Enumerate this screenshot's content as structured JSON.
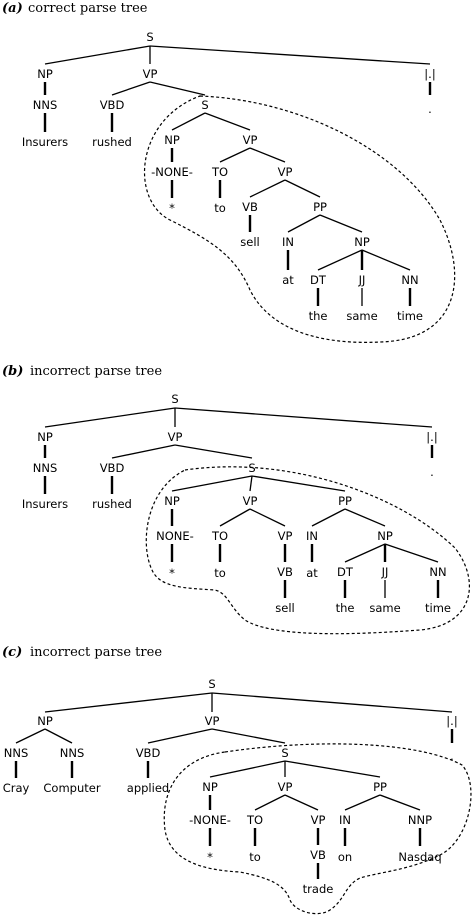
{
  "panels": [
    {
      "letter": "(a)",
      "caption": "correct parse tree",
      "nodes": {
        "s": "S",
        "np": "NP",
        "vp": "VP",
        "punct": "|.|",
        "nns": "NNS",
        "vbd": "VBD",
        "s2": "S",
        "dot": ".",
        "insurers": "Insurers",
        "rushed": "rushed",
        "np2": "NP",
        "vp2": "VP",
        "none": "-NONE-",
        "to": "TO",
        "vp3": "VP",
        "star": "*",
        "to_w": "to",
        "vb": "VB",
        "pp": "PP",
        "sell": "sell",
        "in": "IN",
        "np3": "NP",
        "at": "at",
        "dt": "DT",
        "jj": "JJ",
        "nn": "NN",
        "the": "the",
        "same": "same",
        "time": "time"
      }
    },
    {
      "letter": "(b)",
      "caption": "incorrect parse tree",
      "nodes": {
        "s": "S",
        "np": "NP",
        "vp": "VP",
        "punct": "|.|",
        "nns": "NNS",
        "vbd": "VBD",
        "s2": "S",
        "dot": ".",
        "insurers": "Insurers",
        "rushed": "rushed",
        "np2": "NP",
        "vp2": "VP",
        "pp": "PP",
        "none": "NONE-",
        "to": "TO",
        "vp3": "VP",
        "in": "IN",
        "np3": "NP",
        "star": "*",
        "to_w": "to",
        "vb": "VB",
        "at": "at",
        "dt": "DT",
        "jj": "JJ",
        "nn": "NN",
        "sell": "sell",
        "the": "the",
        "same": "same",
        "time": "time"
      }
    },
    {
      "letter": "(c)",
      "caption": "incorrect parse tree",
      "nodes": {
        "s": "S",
        "np": "NP",
        "vp": "VP",
        "punct": "|.|",
        "nns1": "NNS",
        "nns2": "NNS",
        "vbd": "VBD",
        "s2": "S",
        "dot": ".",
        "cray": "Cray",
        "computer": "Computer",
        "applied": "applied",
        "np2": "NP",
        "vp2": "VP",
        "pp": "PP",
        "none": "-NONE-",
        "to": "TO",
        "vp3": "VP",
        "in": "IN",
        "nnp": "NNP",
        "star": "*",
        "to_w": "to",
        "vb": "VB",
        "on": "on",
        "nasdaq": "Nasdaq",
        "trade": "trade"
      }
    }
  ]
}
